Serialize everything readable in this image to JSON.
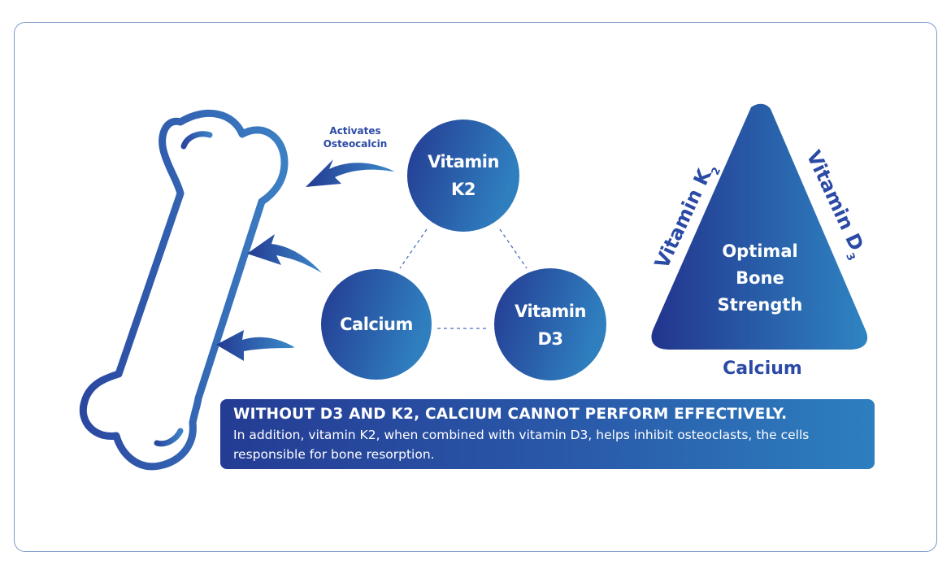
{
  "diagram": {
    "activates_label": [
      "Activates",
      "Osteocalcin"
    ],
    "nodes": {
      "k2": [
        "Vitamin",
        "K2"
      ],
      "calcium": [
        "Calcium"
      ],
      "d3": [
        "Vitamin",
        "D3"
      ]
    },
    "triangle": {
      "center": [
        "Optimal",
        "Bone",
        "Strength"
      ],
      "left_side": "Vitamin K",
      "left_sub": "2",
      "right_side": "Vitamin D",
      "right_sub": "3",
      "bottom": "Calcium"
    }
  },
  "banner": {
    "title": "WITHOUT D3 AND K2, CALCIUM CANNOT PERFORM EFFECTIVELY.",
    "body": "In addition, vitamin K2, when combined with vitamin D3, helps inhibit osteoclasts, the cells responsible for bone resorption."
  },
  "colors": {
    "primary_dark": "#243c94",
    "primary_light": "#2d7fbf",
    "text_blue": "#2b4aa6",
    "frame_border": "#7d98c8"
  }
}
